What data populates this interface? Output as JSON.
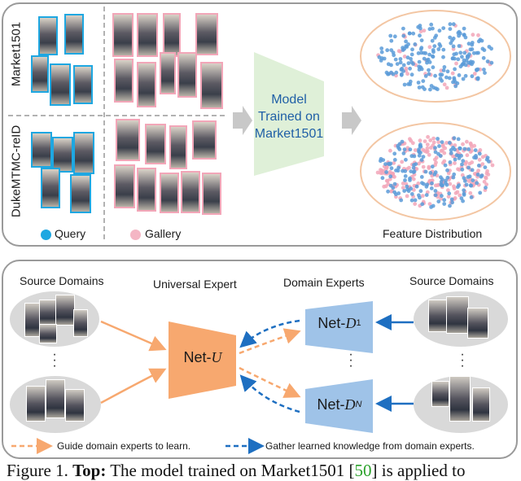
{
  "top": {
    "row_label_1": "Market1501",
    "row_label_2": "DukeMTMC-reID",
    "query_label": "Query",
    "gallery_label": "Gallery",
    "model_label_1": "Model",
    "model_label_2": "Trained on",
    "model_label_3": "Market1501",
    "feature_label": "Feature Distribution",
    "colors": {
      "query": "#1ea7e1",
      "gallery": "#f4b6c4",
      "model_box": "#dff0d8",
      "ellipse_border": "#f3c6a3"
    }
  },
  "bottom": {
    "source_left": "Source Domains",
    "universal": "Universal Expert",
    "domain_experts": "Domain Experts",
    "source_right": "Source Domains",
    "net_u": "Net-",
    "net_u_sym": "U",
    "net_d1": "Net-",
    "net_d1_sym": "D",
    "net_d1_sub": "1",
    "net_dn": "Net-",
    "net_dn_sym": "D",
    "net_dn_sub": "N",
    "legend_guide": "Guide domain experts to learn.",
    "legend_gather": "Gather learned knowledge from domain experts.",
    "colors": {
      "orange": "#f7a86f",
      "blue": "#9fc3e8",
      "dark_blue": "#1e6fc1"
    }
  },
  "caption": {
    "prefix": "Figure 1.",
    "bold": "Top:",
    "text": "The model trained on Market1501 [",
    "ref": "50",
    "suffix": "] is applied to"
  }
}
